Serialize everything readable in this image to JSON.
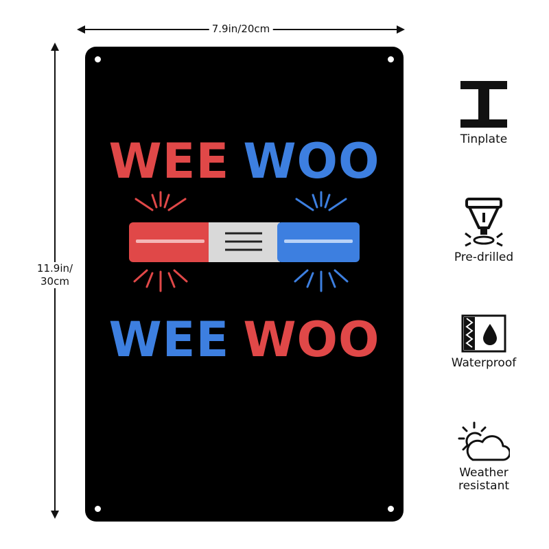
{
  "dimensions": {
    "width_label": "7.9in/20cm",
    "height_label_line1": "11.9in/",
    "height_label_line2": "30cm"
  },
  "sign": {
    "line1": {
      "word1": "WEE",
      "word2": "WOO"
    },
    "line2": {
      "word1": "WEE",
      "word2": "WOO"
    },
    "colors": {
      "background": "#000000",
      "red": "#e04848",
      "blue": "#3d7fe0",
      "grey": "#d9d9d9"
    }
  },
  "features": [
    {
      "icon": "i-beam-icon",
      "label": "Tinplate"
    },
    {
      "icon": "drill-icon",
      "label": "Pre-drilled"
    },
    {
      "icon": "waterproof-icon",
      "label": "Waterproof"
    },
    {
      "icon": "sun-cloud-icon",
      "label_line1": "Weather",
      "label_line2": "resistant"
    }
  ]
}
